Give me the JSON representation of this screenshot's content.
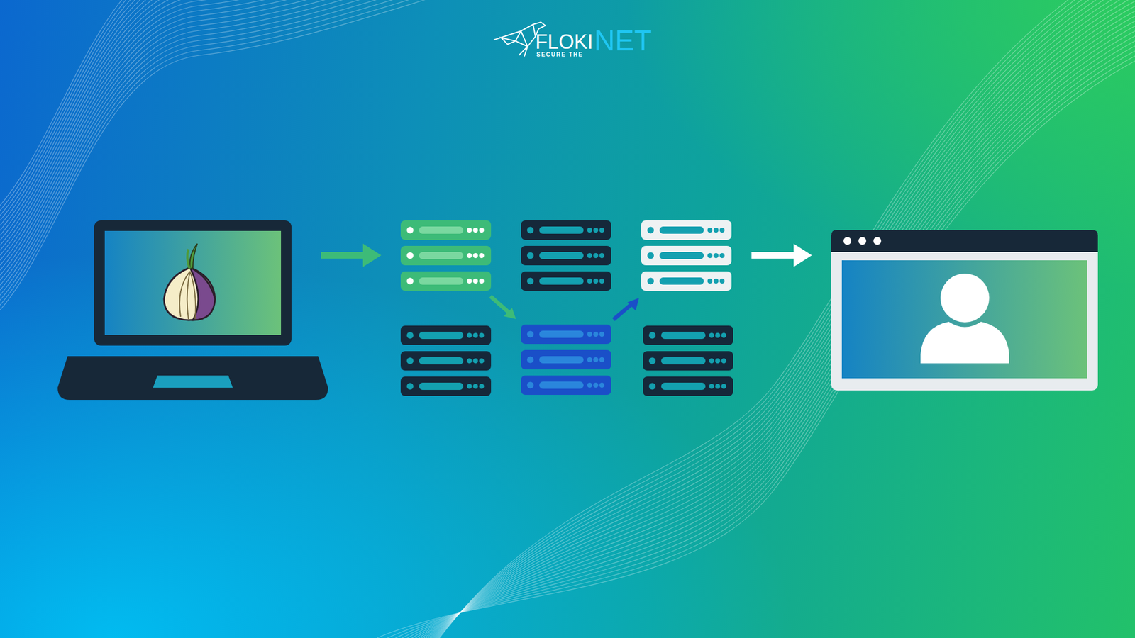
{
  "diagram": {
    "labels": [
      "FLOKI",
      "NET",
      "SECURE THE"
    ]
  }
}
